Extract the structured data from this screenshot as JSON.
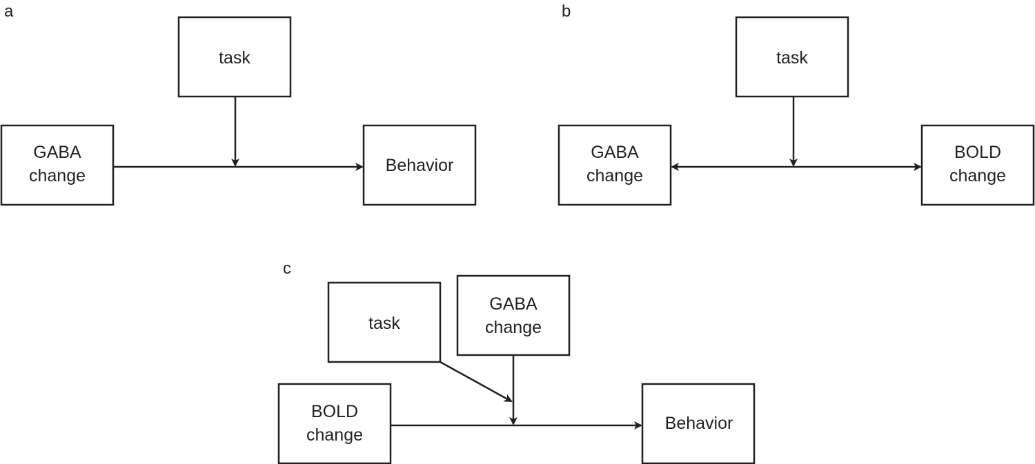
{
  "panels": {
    "a": {
      "label": "a",
      "nodes": {
        "task": [
          "task"
        ],
        "gaba": [
          "GABA",
          "change"
        ],
        "behavior": [
          "Behavior"
        ]
      }
    },
    "b": {
      "label": "b",
      "nodes": {
        "task": [
          "task"
        ],
        "gaba": [
          "GABA",
          "change"
        ],
        "bold": [
          "BOLD",
          "change"
        ]
      }
    },
    "c": {
      "label": "c",
      "nodes": {
        "task": [
          "task"
        ],
        "gaba": [
          "GABA",
          "change"
        ],
        "bold": [
          "BOLD",
          "change"
        ],
        "behavior": [
          "Behavior"
        ]
      }
    }
  }
}
